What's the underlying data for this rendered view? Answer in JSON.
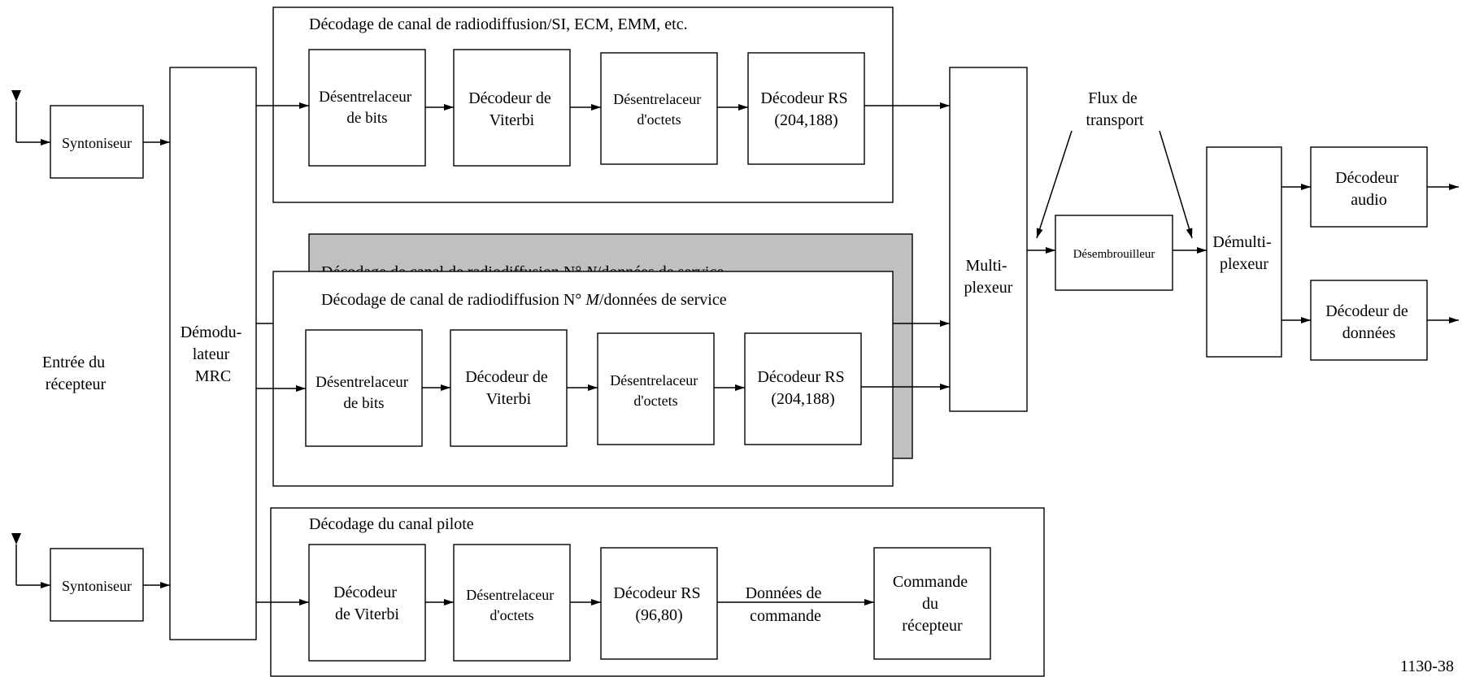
{
  "groups": {
    "broadcast_si": "Décodage de canal de radiodiffusion/SI, ECM, EMM, etc.",
    "broadcast_n_prefix": "Décodage de canal de radiodiffusion N° ",
    "broadcast_n_var": "N",
    "broadcast_n_suffix": "/données de service",
    "broadcast_m_prefix": "Décodage de canal de radiodiffusion N° ",
    "broadcast_m_var": "M",
    "broadcast_m_suffix": "/données de service",
    "pilot": "Décodage du canal pilote"
  },
  "blocks": {
    "tuner": [
      "Syntoniseur"
    ],
    "demodulator": [
      "Démodu-",
      "lateur",
      "MRC"
    ],
    "bit_deinterleaver": [
      "Désentrelaceur",
      "de bits"
    ],
    "viterbi": [
      "Décodeur de",
      "Viterbi"
    ],
    "viterbi_pilot": [
      "Décodeur",
      "de Viterbi"
    ],
    "byte_deinterleaver": [
      "Désentrelaceur",
      "d'octets"
    ],
    "rs_204": [
      "Décodeur RS",
      "(204,188)"
    ],
    "rs_96": [
      "Décodeur RS",
      "(96,80)"
    ],
    "receiver_control": [
      "Commande",
      "du",
      "récepteur"
    ],
    "multiplexer": [
      "Multi-",
      "plexeur"
    ],
    "descrambler": [
      "Désembrouilleur"
    ],
    "demultiplexer": [
      "Démulti-",
      "plexeur"
    ],
    "audio_decoder": [
      "Décodeur",
      "audio"
    ],
    "data_decoder": [
      "Décodeur de",
      "données"
    ]
  },
  "labels": {
    "receiver_input": [
      "Entrée du",
      "récepteur"
    ],
    "transport_stream": [
      "Flux de",
      "transport"
    ],
    "control_data": [
      "Données de",
      "commande"
    ]
  },
  "figure_id": "1130-38"
}
